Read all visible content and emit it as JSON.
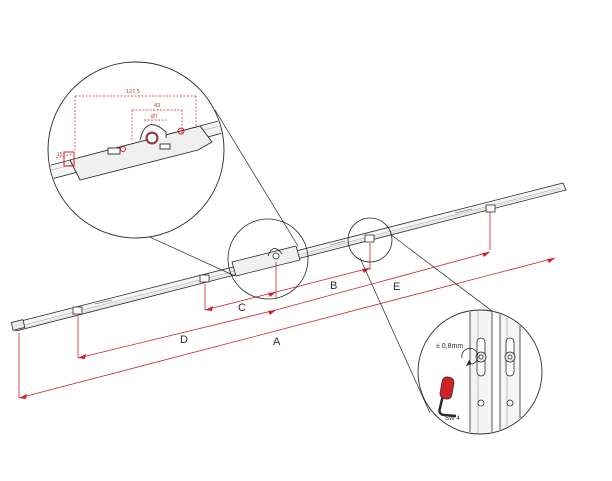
{
  "main_labels": {
    "A": "A",
    "B": "B",
    "C": "C",
    "D": "D",
    "E": "E"
  },
  "detail_top": {
    "dim_total": "127,5",
    "dim_center": "43",
    "dim_small": "Ø7",
    "dim_side": "15"
  },
  "detail_bottom": {
    "adjust": "± 0,8mm",
    "tool": "SW 4"
  },
  "colors": {
    "line": "#2a2a2a",
    "dimension_red": "#d0202a",
    "part_fill": "#f4f4f4",
    "tool_red": "#d0202a"
  }
}
